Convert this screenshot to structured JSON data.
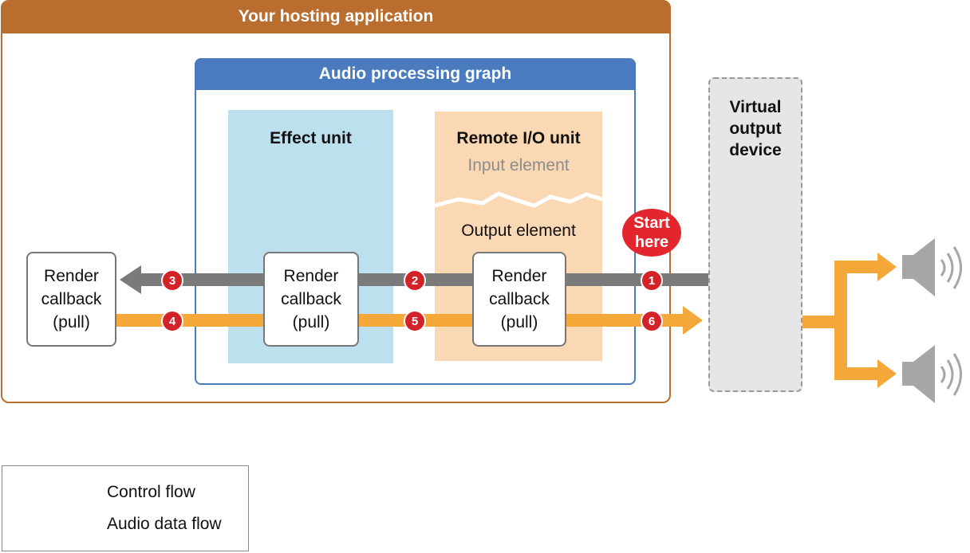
{
  "hosting_app": {
    "title": "Your hosting application"
  },
  "graph": {
    "title": "Audio processing graph"
  },
  "effect_unit": {
    "title": "Effect unit"
  },
  "remote_io": {
    "title": "Remote I/O unit",
    "input_element": "Input element",
    "output_element": "Output element"
  },
  "virtual_device": {
    "label": "Virtual\noutput\ndevice"
  },
  "callbacks": {
    "left": "Render\ncallback\n(pull)",
    "middle": "Render\ncallback\n(pull)",
    "right": "Render\ncallback\n(pull)"
  },
  "steps": {
    "s1": "1",
    "s2": "2",
    "s3": "3",
    "s4": "4",
    "s5": "5",
    "s6": "6"
  },
  "start_badge": "Start\nhere",
  "legend": {
    "control_flow": "Control flow",
    "audio_data_flow": "Audio data flow"
  },
  "colors": {
    "host": "#b96d2e",
    "graph": "#4a7bbf",
    "effect": "#bde0ee",
    "remote": "#fad8b3",
    "control_arrow": "#7a7a7a",
    "audio_arrow": "#f5a83a",
    "badge": "#d32228"
  }
}
